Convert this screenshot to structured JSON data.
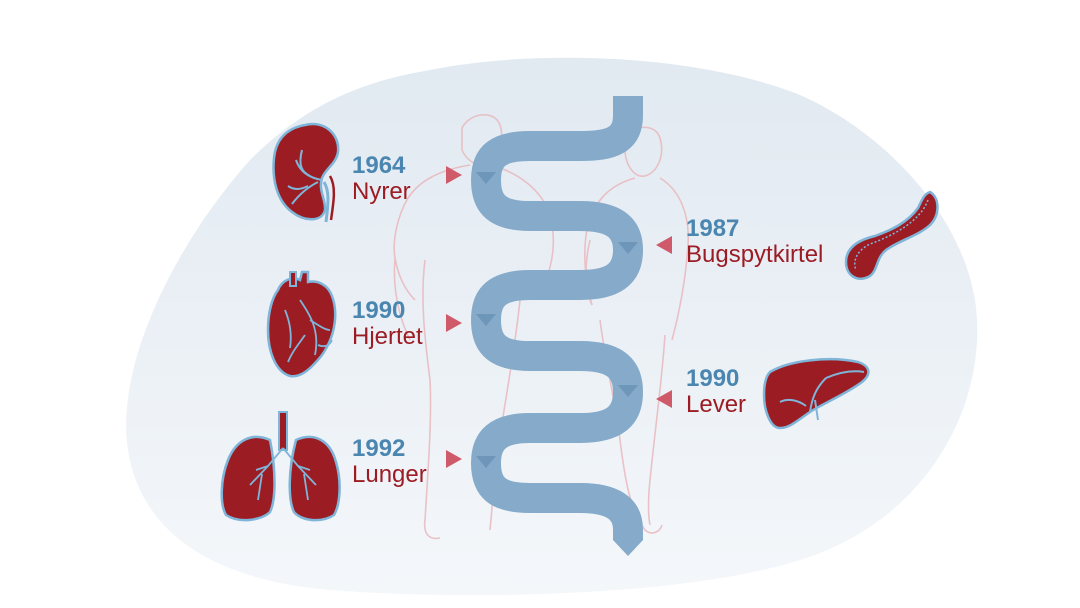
{
  "milestones": [
    {
      "year": "1964",
      "organ": "Nyrer",
      "icon": "kidney-icon",
      "side": "left"
    },
    {
      "year": "1990",
      "organ": "Hjertet",
      "icon": "heart-icon",
      "side": "left"
    },
    {
      "year": "1992",
      "organ": "Lunger",
      "icon": "lungs-icon",
      "side": "left"
    },
    {
      "year": "1987",
      "organ": "Bugspytkirtel",
      "icon": "pancreas-icon",
      "side": "right"
    },
    {
      "year": "1990",
      "organ": "Lever",
      "icon": "liver-icon",
      "side": "right"
    }
  ],
  "colors": {
    "blob": "#e4ebf2",
    "path": "#86aac9",
    "organ": "#9c1c24",
    "vessel": "#7fb5d8",
    "year": "#4a86b0",
    "arrow": "#cf5a6a",
    "figure": "#e8b9be"
  }
}
